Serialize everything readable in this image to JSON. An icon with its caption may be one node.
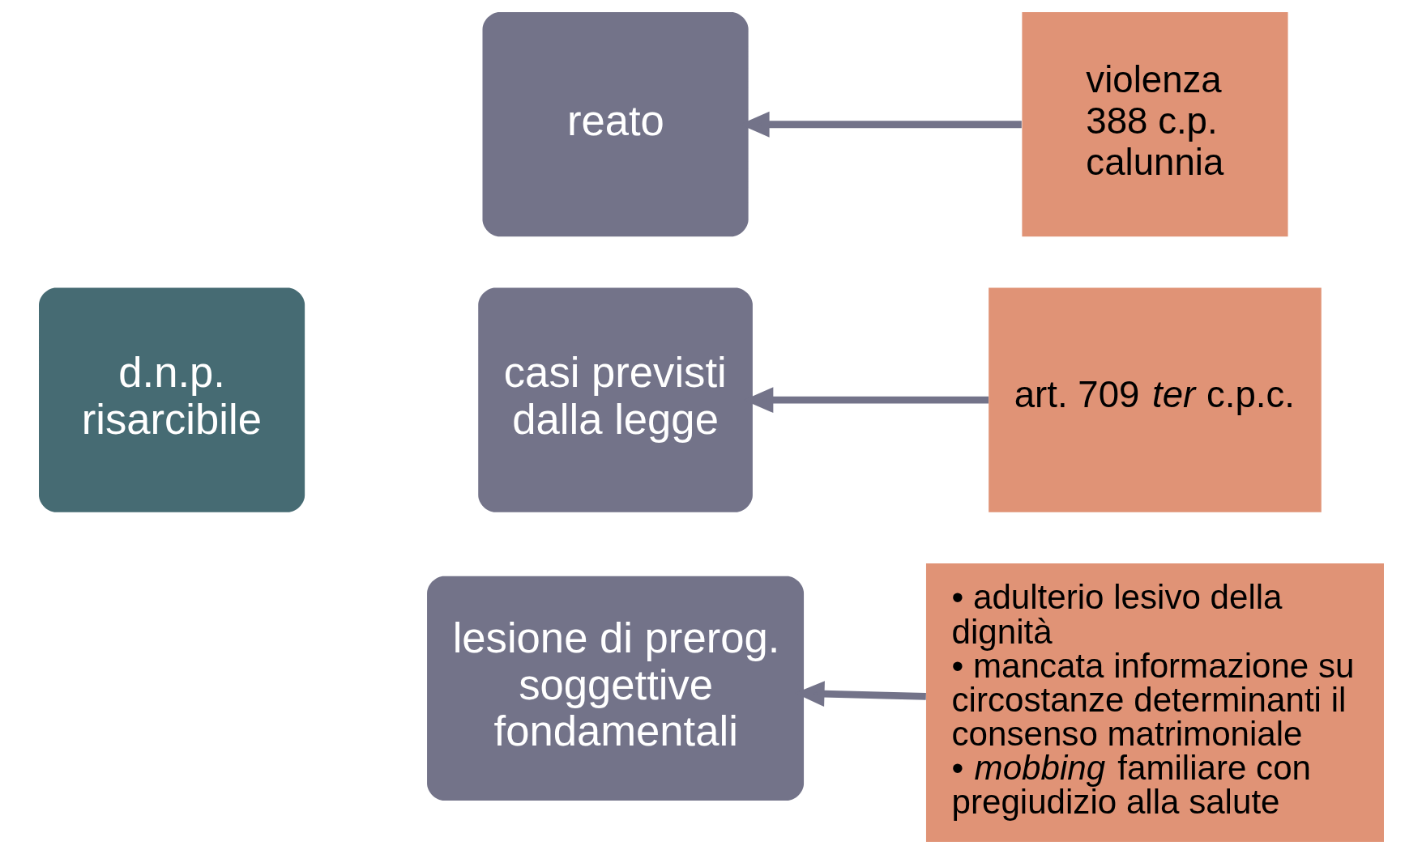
{
  "diagram": {
    "nodes": [
      {
        "text": [
          "d.n.p. risarcibile"
        ]
      },
      {
        "text": [
          "reato"
        ]
      },
      {
        "text": [
          "casi previsti dalla legge"
        ]
      },
      {
        "text": [
          "lesione di prerog. soggettive fondamentali"
        ]
      },
      {
        "text": [
          "violenza",
          "388 c.p.",
          "calunnia"
        ]
      },
      {
        "text": [
          "art. 709 *ter* c.p.c."
        ]
      },
      {
        "text": [
          "• adulterio lesivo della dignità",
          "• mancata informazione su circostanze determinanti il consenso matrimoniale",
          "• *mobbing* familiare con pregiudizio alla salute"
        ]
      }
    ],
    "edges": [
      {
        "from": 4,
        "to": 1,
        "arrow": "to"
      },
      {
        "from": 5,
        "to": 2,
        "arrow": "to"
      },
      {
        "from": 6,
        "to": 3,
        "arrow": "to"
      }
    ]
  }
}
